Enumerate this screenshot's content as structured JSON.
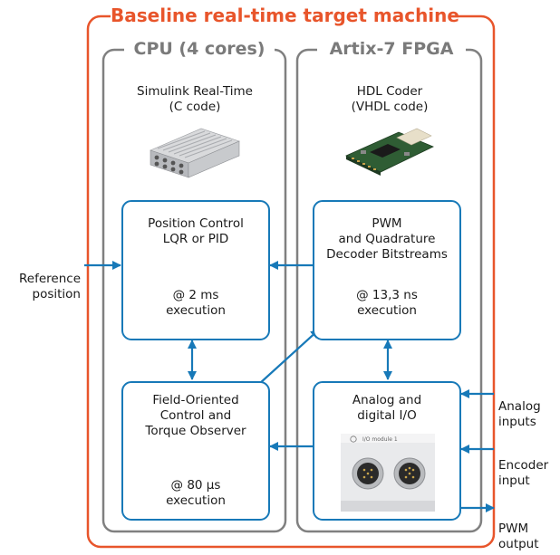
{
  "colors": {
    "outer_frame": "#e8552b",
    "inner_frame": "#808080",
    "block_border": "#1779b8",
    "arrow": "#1779b8"
  },
  "outer": {
    "title": "Baseline real-time target machine"
  },
  "cpu": {
    "title": "CPU (4 cores)",
    "line1": "Simulink Real-Time",
    "line2": "(C code)"
  },
  "fpga": {
    "title": "Artix-7 FPGA",
    "line1": "HDL Coder",
    "line2": "(VHDL code)"
  },
  "blocks": {
    "position_control": {
      "line1": "Position Control",
      "line2": "LQR or PID",
      "rate": "@ 2 ms",
      "rate_label": "execution"
    },
    "foc": {
      "line1": "Field-Oriented",
      "line2": "Control and",
      "line3": "Torque Observer",
      "rate": "@ 80 µs",
      "rate_label": "execution"
    },
    "pwm": {
      "line1": "PWM",
      "line2": "and Quadrature",
      "line3": "Decoder Bitstreams",
      "rate": "@ 13,3 ns",
      "rate_label": "execution"
    },
    "io": {
      "line1": "Analog and",
      "line2": "digital I/O",
      "module_label": "I/O module 1"
    }
  },
  "external": {
    "reference": {
      "line1": "Reference",
      "line2": "position"
    },
    "analog": {
      "line1": "Analog",
      "line2": "inputs"
    },
    "encoder": {
      "line1": "Encoder",
      "line2": "input"
    },
    "pwm_out": {
      "line1": "PWM",
      "line2": "output"
    }
  },
  "images": {
    "cpu": "target-computer-photo",
    "fpga": "fpga-board-photo",
    "io": "io-connector-photo"
  }
}
